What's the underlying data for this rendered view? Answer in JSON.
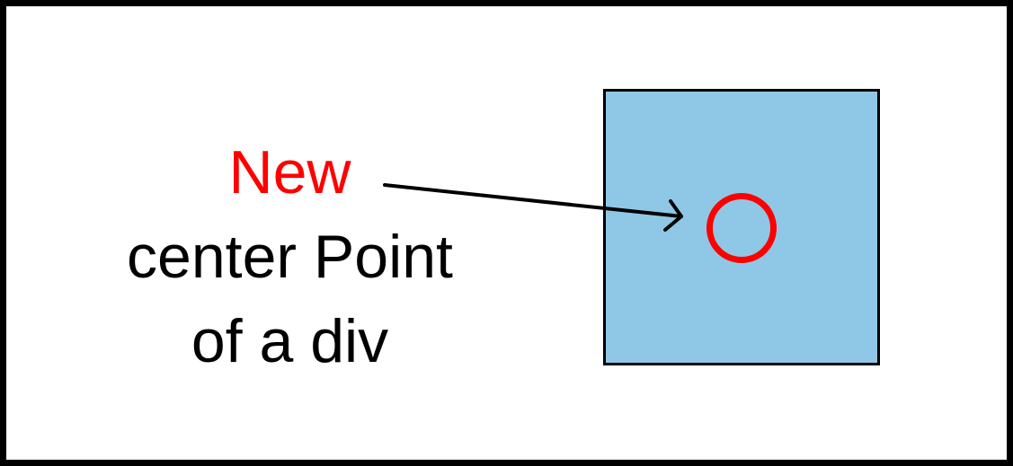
{
  "label": {
    "line1": "New",
    "line2": "center Point",
    "line3": "of a div"
  },
  "colors": {
    "highlight": "#ff0000",
    "text": "#000000",
    "square_fill": "#8fc8e6",
    "border": "#000000"
  },
  "icons": {
    "pointer": "arrow-icon",
    "center_marker": "circle-icon"
  }
}
